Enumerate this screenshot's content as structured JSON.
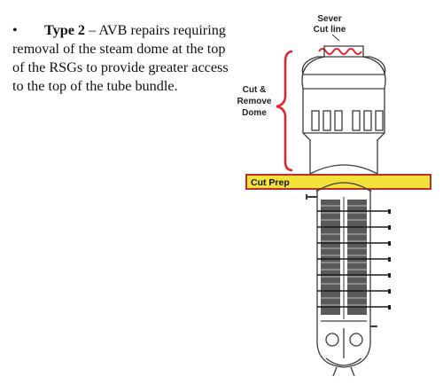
{
  "text": {
    "bullet": "•",
    "type_label": "Type 2",
    "dash": " – ",
    "body": "AVB repairs requiring removal of the steam dome at the top of the RSGs to provide greater access to the top of the tube bundle."
  },
  "figure": {
    "sever_label_line1": "Sever",
    "sever_label_line2": "Cut line",
    "cut_remove_line1": "Cut &",
    "cut_remove_line2": "Remove",
    "cut_remove_line3": "Dome",
    "cut_prep_label": "Cut Prep",
    "colors": {
      "callout_red": "#e8202a",
      "cut_prep_fill": "#f3e23a",
      "cut_prep_border": "#c0302a",
      "drawing_stroke": "#3a3a3a",
      "tube_fill": "#5a5a5a"
    }
  }
}
